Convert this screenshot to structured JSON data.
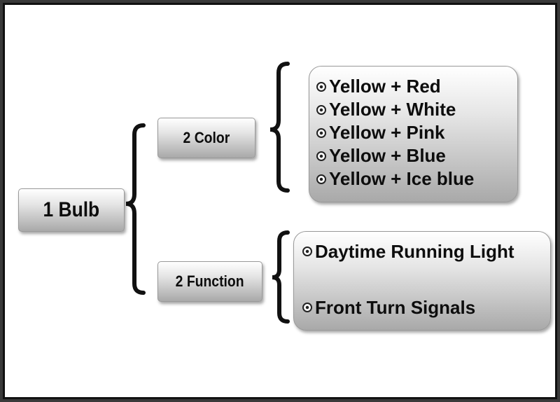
{
  "root": {
    "label": "1 Bulb"
  },
  "branches": [
    {
      "label": "2 Color"
    },
    {
      "label": "2 Function"
    }
  ],
  "color_options": [
    "Yellow + Red",
    "Yellow + White",
    "Yellow + Pink",
    "Yellow + Blue",
    "Yellow + Ice blue"
  ],
  "function_options": [
    "Daytime Running Light",
    "Front Turn Signals"
  ],
  "bullet_icon": "circle-bullet-icon",
  "colors": {
    "border": "#111111",
    "box_top": "#ffffff",
    "box_bottom": "#a9a9a9",
    "text": "#0d0d0d"
  }
}
